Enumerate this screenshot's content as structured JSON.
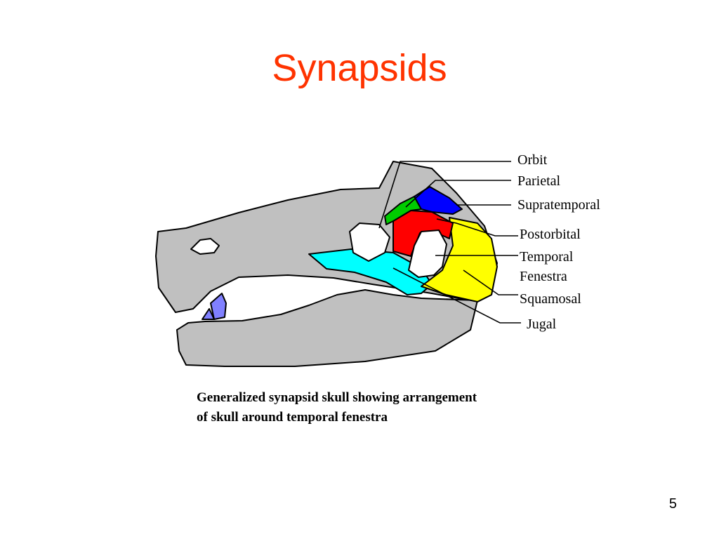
{
  "slide": {
    "title": "Synapsids",
    "page_number": "5"
  },
  "diagram": {
    "labels": {
      "orbit": "Orbit",
      "parietal": "Parietal",
      "supratemporal": "Supratemporal",
      "postorbital": "Postorbital",
      "temporal_line1": "Temporal",
      "temporal_line2": "Fenestra",
      "squamosal": "Squamosal",
      "jugal": "Jugal"
    },
    "caption": {
      "line1": "Generalized synapsid skull showing arrangement",
      "line2": "of skull around temporal fenestra"
    },
    "colors": {
      "skull": "#c0c0c0",
      "parietal": "#00cc00",
      "supratemporal": "#0000ff",
      "postorbital": "#ff0000",
      "squamosal": "#ffff00",
      "jugal": "#00ffff",
      "tooth": "#8080ff",
      "opening": "#ffffff"
    }
  }
}
